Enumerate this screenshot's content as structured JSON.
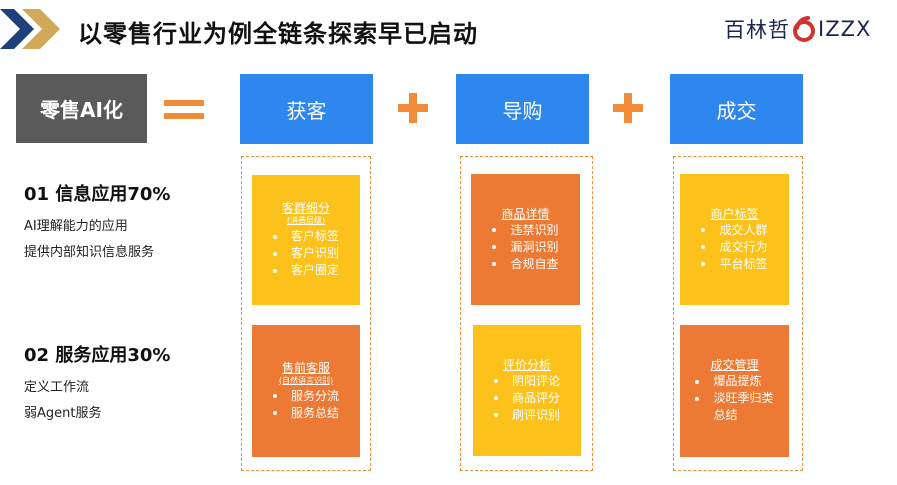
{
  "header": {
    "title": "以零售行业为例全链条探索早已启动",
    "brand_cn": "百林哲",
    "brand_en": "IZZX"
  },
  "left": {
    "retail_label": "零售AI化",
    "sections": [
      {
        "heading": "01 信息应用70%",
        "lines": [
          "AI理解能力的应用",
          "提供内部知识信息服务"
        ]
      },
      {
        "heading": "02 服务应用30%",
        "lines": [
          "定义工作流",
          "弱Agent服务"
        ]
      }
    ]
  },
  "stages": [
    {
      "label": "获客",
      "cards": [
        {
          "title": "客群细分",
          "subtitle": "(消费层级)",
          "items": [
            "客户标签",
            "客户识别",
            "客户圈定"
          ]
        },
        {
          "title": "售前客服",
          "subtitle": "(自然语言识别)",
          "items": [
            "服务分流",
            "服务总结"
          ]
        }
      ]
    },
    {
      "label": "导购",
      "cards": [
        {
          "title": "商品详情",
          "subtitle": "",
          "items": [
            "违禁识别",
            "漏洞识别",
            "合规自查"
          ]
        },
        {
          "title": "评价分析",
          "subtitle": "",
          "items": [
            "阴阳评论",
            "商品评分",
            "刷评识别"
          ]
        }
      ]
    },
    {
      "label": "成交",
      "cards": [
        {
          "title": "商户标签",
          "subtitle": "",
          "items": [
            "成交人群",
            "成交行为",
            "平台标签"
          ]
        },
        {
          "title": "成交管理",
          "subtitle": "",
          "items": [
            "爆品提炼",
            "淡旺季归类",
            "总结"
          ]
        }
      ]
    }
  ],
  "colors": {
    "blue": "#2e86ef",
    "orange": "#ec7a35",
    "yellow": "#fcc21b",
    "gray": "#5a5a5a"
  }
}
